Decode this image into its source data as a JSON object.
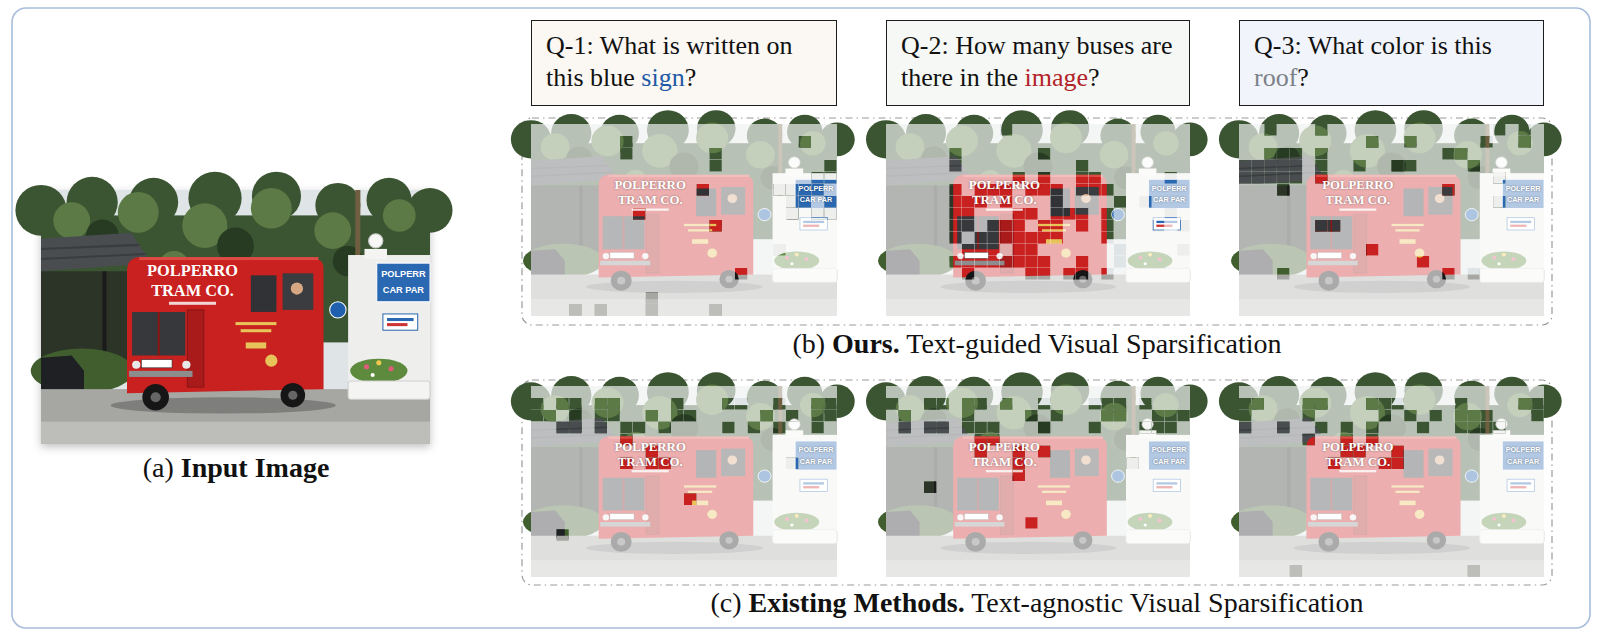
{
  "diagram": {
    "nodes": [
      {
        "text": [
          "Q-1: What is written on this blue sign?"
        ]
      },
      {
        "text": [
          "Q-2: How many buses are there in the image?"
        ]
      },
      {
        "text": [
          "Q-3: What color is this roof?"
        ]
      }
    ],
    "labels": [
      "POLPERRO",
      "TRAM CO.",
      "POLPERR",
      "CAR PAR",
      "(a) Input Image",
      "POLPERRO",
      "TRAM CO.",
      "POLPERR",
      "CAR PAR",
      "POLPERRO",
      "TRAM CO.",
      "POLPERR",
      "CAR PAR",
      "POLPERRO",
      "TRAM CO.",
      "POLPERR",
      "CAR PAR",
      "(b) Ours. Text-guided Visual Sparsification",
      "POLPERRO",
      "TRAM CO.",
      "POLPERR",
      "CAR PAR",
      "POLPERRO",
      "TRAM CO.",
      "POLPERR",
      "CAR PAR",
      "POLPERRO",
      "TRAM CO.",
      "POLPERR",
      "CAR PAR",
      "(c) Existing Methods. Text-agnostic Visual Sparsification"
    ]
  }
}
